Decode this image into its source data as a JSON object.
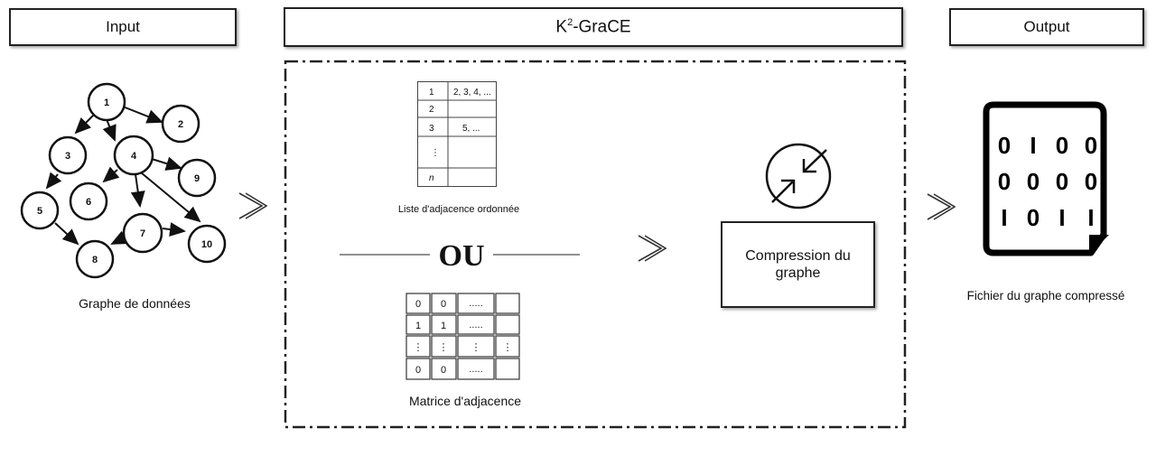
{
  "headers": {
    "input": "Input",
    "main_prefix": "K",
    "main_superscript": "2",
    "main_suffix": "-GraCE",
    "output": "Output"
  },
  "graph": {
    "nodes": [
      "1",
      "2",
      "3",
      "4",
      "5",
      "6",
      "7",
      "8",
      "9",
      "10"
    ],
    "caption": "Graphe de données"
  },
  "adjacency_list": {
    "rows": [
      {
        "index": "1",
        "value": "2, 3, 4, ..."
      },
      {
        "index": "2",
        "value": ""
      },
      {
        "index": "3",
        "value": "5, ..."
      },
      {
        "index": "⋮",
        "value": ""
      },
      {
        "index": "n",
        "value": ""
      }
    ],
    "caption": "Liste d'adjacence ordonnée"
  },
  "separator": "OU",
  "adjacency_matrix": {
    "rows": [
      [
        "0",
        "0",
        ".....",
        ""
      ],
      [
        "1",
        "1",
        ".....",
        ""
      ],
      [
        "⋮",
        "⋮",
        "⋮",
        "⋮"
      ],
      [
        "0",
        "0",
        ".....",
        ""
      ]
    ],
    "caption": "Matrice d'adjacence"
  },
  "compression": {
    "label_line1": "Compression du",
    "label_line2": "graphe"
  },
  "output_file": {
    "bits": [
      [
        "0",
        "I",
        "0",
        "0"
      ],
      [
        "0",
        "0",
        "0",
        "0"
      ],
      [
        "I",
        "0",
        "I",
        "I"
      ]
    ],
    "caption": "Fichier du graphe compressé"
  }
}
